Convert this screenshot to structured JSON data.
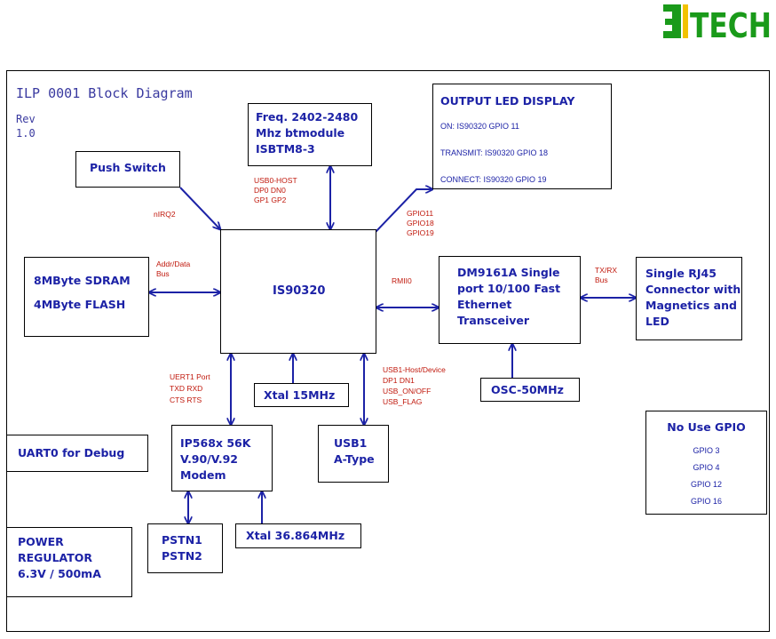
{
  "logo": {
    "text": "3TECH",
    "colors": {
      "green": "#1a9a1a",
      "yellow": "#f2c200"
    }
  },
  "diagram": {
    "title": "ILP 0001 Block Diagram",
    "rev_label": "Rev",
    "rev_value": "1.0"
  },
  "blocks": {
    "freq": {
      "line1": "Freq. 2402-2480",
      "line2": "Mhz btmodule",
      "line3": "ISBTM8-3"
    },
    "output_led": {
      "title": "OUTPUT LED DISPLAY",
      "on": "ON: IS90320 GPIO 11",
      "transmit": "TRANSMIT: IS90320 GPIO 18",
      "connect": "CONNECT: IS90320 GPIO 19"
    },
    "push_switch": "Push Switch",
    "memory": {
      "line1": "8MByte SDRAM",
      "line2": "4MByte FLASH"
    },
    "is90320": "IS90320",
    "dm9161a": {
      "line1": "DM9161A Single",
      "line2": "port 10/100 Fast",
      "line3": "Ethernet",
      "line4": "Transceiver"
    },
    "rj45": {
      "line1": "Single RJ45",
      "line2": "Connector with",
      "line3": "Magnetics and",
      "line4": "LED"
    },
    "xtal15": "Xtal 15MHz",
    "osc50": "OSC-50MHz",
    "uart0": "UART0 for Debug",
    "modem": {
      "line1": "IP568x 56K",
      "line2": "V.90/V.92",
      "line3": "Modem"
    },
    "usb1": {
      "line1": "USB1",
      "line2": "A-Type"
    },
    "no_use_gpio": {
      "title": "No Use GPIO",
      "items": [
        "GPIO 3",
        "GPIO 4",
        "GPIO 12",
        "GPIO 16"
      ]
    },
    "power": {
      "line1": "POWER",
      "line2": "REGULATOR",
      "line3": "6.3V / 500mA"
    },
    "pstn": {
      "line1": "PSTN1",
      "line2": "PSTN2"
    },
    "xtal36": "Xtal 36.864MHz"
  },
  "labels": {
    "usb0": {
      "line1": "USB0-HOST",
      "line2": "DP0 DN0",
      "line3": "GP1 GP2"
    },
    "nirq2": "nIRQ2",
    "addr": {
      "line1": "Addr/Data",
      "line2": "Bus"
    },
    "gpio": {
      "line1": "GPIO11",
      "line2": "GPIO18",
      "line3": "GPIO19"
    },
    "rmii0": "RMII0",
    "txrx": {
      "line1": "TX/RX",
      "line2": "Bus"
    },
    "uart1": {
      "line1": "UERT1 Port",
      "line2": "TXD RXD",
      "line3": "CTS RTS"
    },
    "usb1": {
      "line1": "USB1-Host/Device",
      "line2": "DP1 DN1",
      "line3": "USB_ON/OFF",
      "line4": "USB_FLAG"
    }
  },
  "colors": {
    "block_text": "#1c22a6",
    "signal_text": "#c0180c",
    "wire": "#1c22a6"
  }
}
